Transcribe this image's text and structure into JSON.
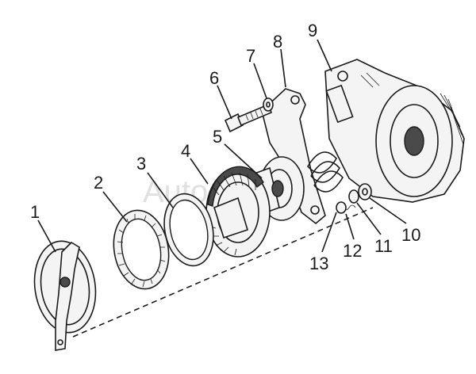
{
  "labels": {
    "p1": "1",
    "p2": "2",
    "p3": "3",
    "p4": "4",
    "p5": "5",
    "p6": "6",
    "p7": "7",
    "p8": "8",
    "p9": "9",
    "p10": "10",
    "p11": "11",
    "p12": "12",
    "p13": "13"
  },
  "watermark": "Auto-Sh",
  "colors": {
    "ink": "#1a1a1a",
    "background": "#ffffff"
  }
}
